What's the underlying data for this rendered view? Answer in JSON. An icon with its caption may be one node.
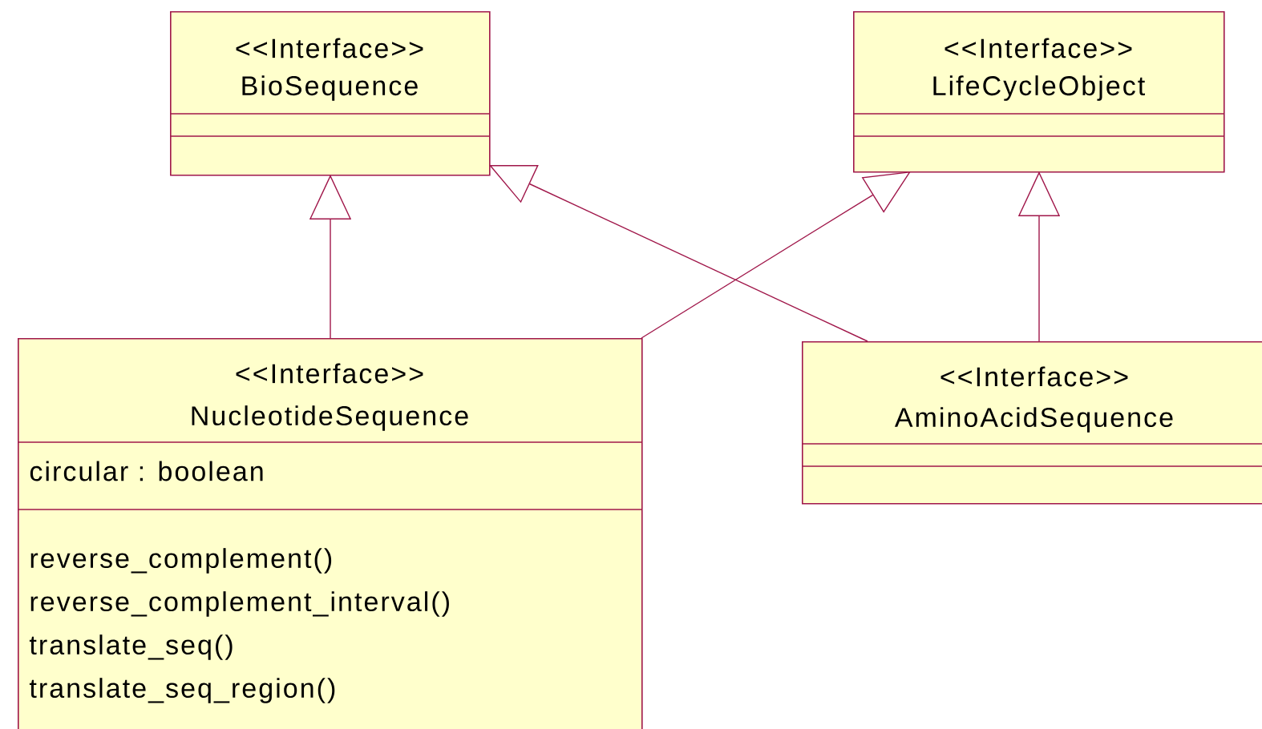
{
  "diagram": {
    "nodes": [
      {
        "text": [
          "<<Interface>>",
          "BioSequence"
        ]
      },
      {
        "text": [
          "<<Interface>>",
          "LifeCycleObject"
        ]
      },
      {
        "text": [
          "<<Interface>>",
          "NucleotideSequence",
          "circular : boolean",
          "reverse_complement()",
          "reverse_complement_interval()",
          "translate_seq()",
          "translate_seq_region()"
        ]
      },
      {
        "text": [
          "<<Interface>>",
          "AminoAcidSequence"
        ]
      }
    ],
    "edges": [
      {
        "from": 2,
        "to": 0,
        "arrow": "to"
      },
      {
        "from": 2,
        "to": 1,
        "arrow": "to"
      },
      {
        "from": 3,
        "to": 0,
        "arrow": "to"
      },
      {
        "from": 3,
        "to": 1,
        "arrow": "to"
      }
    ]
  }
}
